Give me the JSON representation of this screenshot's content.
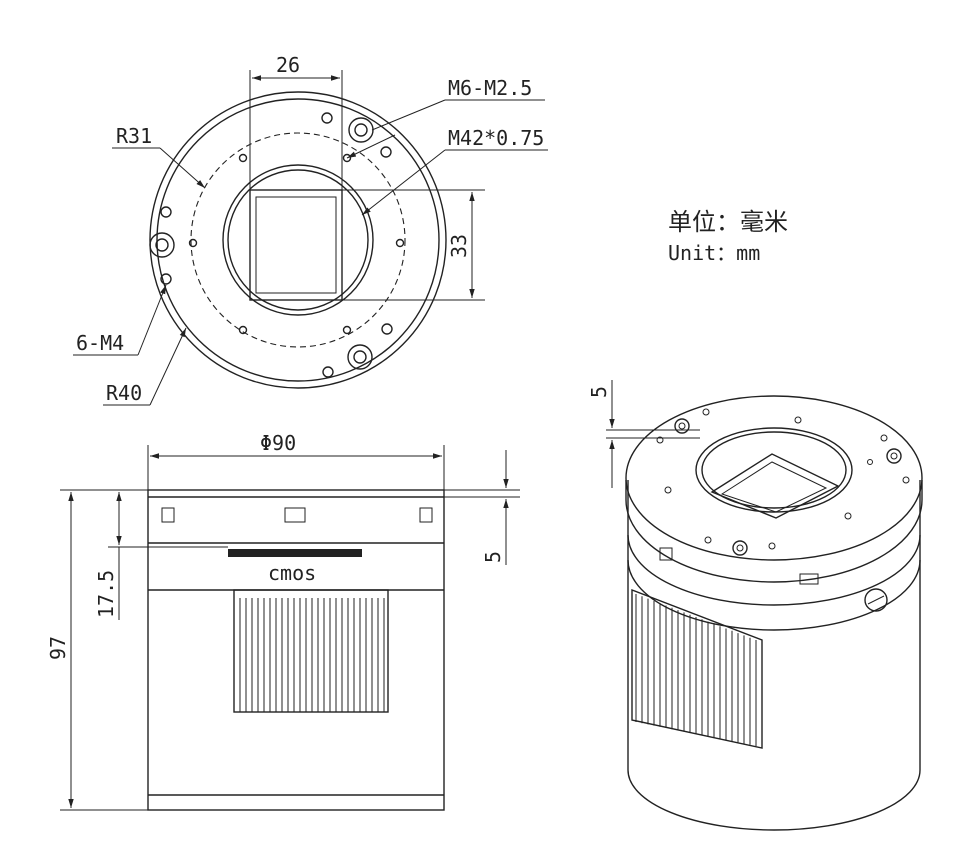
{
  "dimensions": {
    "width_label": "26",
    "height_label": "33",
    "thread_small": "M6-M2.5",
    "thread_large": "M42*0.75",
    "radius_inner": "R31",
    "radius_outer": "R40",
    "holes": "6-M4",
    "diameter": "Φ90",
    "length_total": "97",
    "sensor_depth": "17.5",
    "flange_side": "5",
    "flange_iso": "5",
    "sensor_label": "cmos"
  },
  "units": {
    "line_cn": "单位：毫米",
    "line_en": "Unit：mm"
  }
}
